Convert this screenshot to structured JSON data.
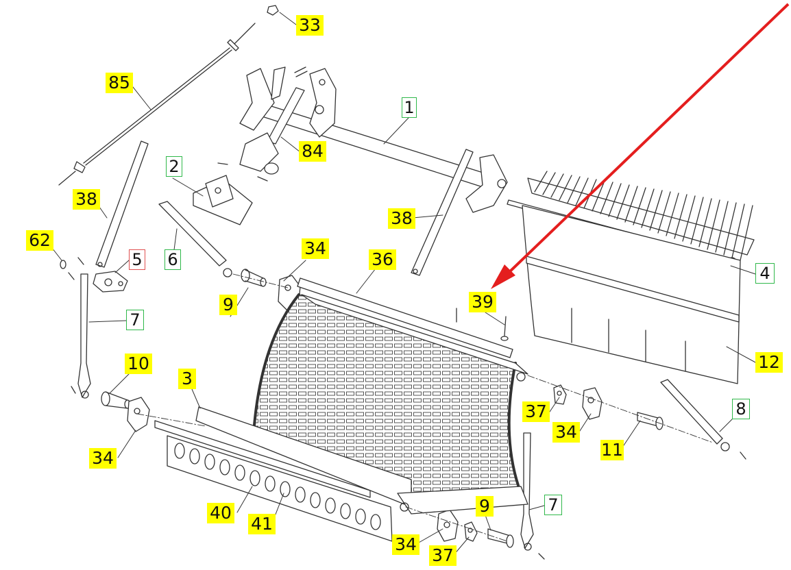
{
  "colors": {
    "highlight": "#ffff00",
    "assembly_box": "#2fb84a",
    "reference_box": "#e05050",
    "arrow": "#e41e1e",
    "line_art": "#333333"
  },
  "callouts": [
    {
      "id": "c33",
      "text": "33",
      "style": "yellow"
    },
    {
      "id": "c85",
      "text": "85",
      "style": "yellow"
    },
    {
      "id": "c1",
      "text": "1",
      "style": "green"
    },
    {
      "id": "c84",
      "text": "84",
      "style": "yellow"
    },
    {
      "id": "c2",
      "text": "2",
      "style": "green"
    },
    {
      "id": "c38a",
      "text": "38",
      "style": "yellow"
    },
    {
      "id": "c38b",
      "text": "38",
      "style": "yellow"
    },
    {
      "id": "c62",
      "text": "62",
      "style": "yellow"
    },
    {
      "id": "c5",
      "text": "5",
      "style": "red"
    },
    {
      "id": "c6",
      "text": "6",
      "style": "green"
    },
    {
      "id": "c34a",
      "text": "34",
      "style": "yellow"
    },
    {
      "id": "c36",
      "text": "36",
      "style": "yellow"
    },
    {
      "id": "c4",
      "text": "4",
      "style": "green"
    },
    {
      "id": "c9a",
      "text": "9",
      "style": "yellow"
    },
    {
      "id": "c39",
      "text": "39",
      "style": "yellow"
    },
    {
      "id": "c7a",
      "text": "7",
      "style": "green"
    },
    {
      "id": "c10",
      "text": "10",
      "style": "yellow"
    },
    {
      "id": "c3",
      "text": "3",
      "style": "yellow"
    },
    {
      "id": "c12",
      "text": "12",
      "style": "yellow"
    },
    {
      "id": "c37a",
      "text": "37",
      "style": "yellow"
    },
    {
      "id": "c34b",
      "text": "34",
      "style": "yellow"
    },
    {
      "id": "c8",
      "text": "8",
      "style": "green"
    },
    {
      "id": "c34c",
      "text": "34",
      "style": "yellow"
    },
    {
      "id": "c11",
      "text": "11",
      "style": "yellow"
    },
    {
      "id": "c40",
      "text": "40",
      "style": "yellow"
    },
    {
      "id": "c41",
      "text": "41",
      "style": "yellow"
    },
    {
      "id": "c9b",
      "text": "9",
      "style": "yellow"
    },
    {
      "id": "c7b",
      "text": "7",
      "style": "green"
    },
    {
      "id": "c34d",
      "text": "34",
      "style": "yellow"
    },
    {
      "id": "c37b",
      "text": "37",
      "style": "yellow"
    }
  ]
}
